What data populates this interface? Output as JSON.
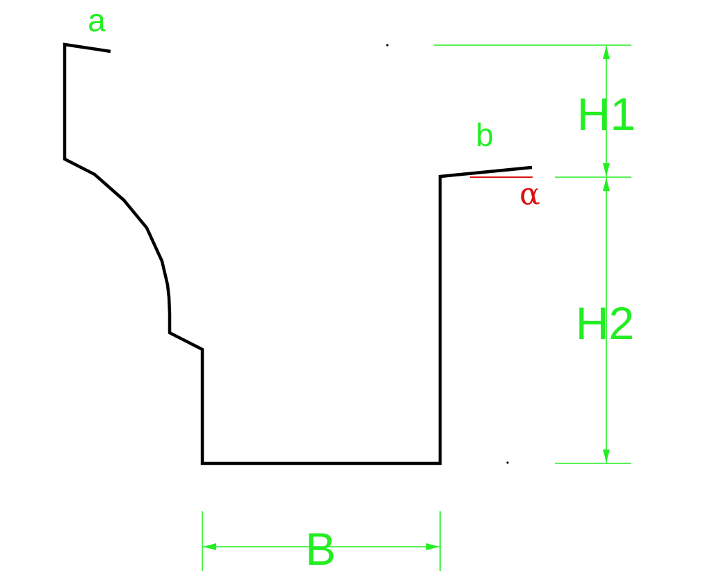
{
  "colors": {
    "profile": "#000000",
    "dimension": "#22ee22",
    "angle": "#dd1111",
    "background": "#ffffff"
  },
  "labels": {
    "a": "a",
    "b": "b",
    "alpha": "α",
    "h1": "H1",
    "h2": "H2",
    "b_width": "B"
  }
}
